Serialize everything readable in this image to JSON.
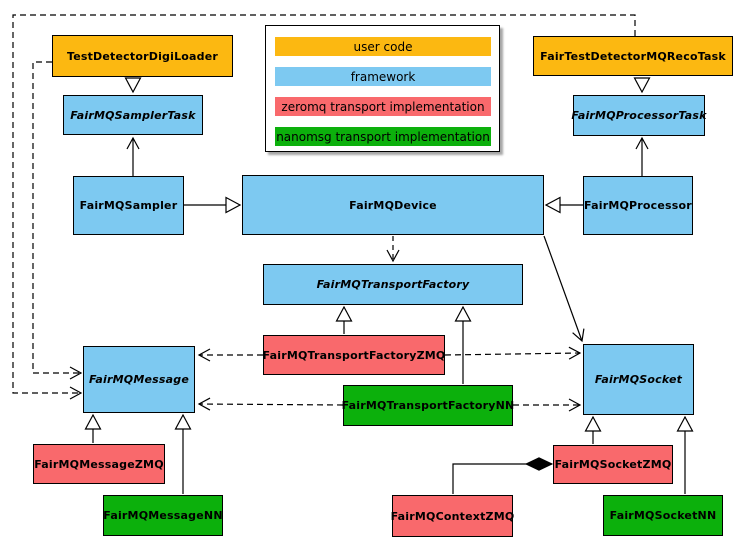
{
  "legend": {
    "items": [
      {
        "label": "user code",
        "color": "#FCB811"
      },
      {
        "label": "framework",
        "color": "#7DC9F1"
      },
      {
        "label": "zeromq transport implementation",
        "color": "#F9696C"
      },
      {
        "label": "nanomsg transport implementation",
        "color": "#0CB00C"
      }
    ]
  },
  "nodes": {
    "testDetectorDigiLoader": {
      "label": "TestDetectorDigiLoader"
    },
    "fairTestDetectorMQRecoTask": {
      "label": "FairTestDetectorMQRecoTask"
    },
    "fairMQSamplerTask": {
      "label": "FairMQSamplerTask"
    },
    "fairMQProcessorTask": {
      "label": "FairMQProcessorTask"
    },
    "fairMQSampler": {
      "label": "FairMQSampler"
    },
    "fairMQDevice": {
      "label": "FairMQDevice"
    },
    "fairMQProcessor": {
      "label": "FairMQProcessor"
    },
    "fairMQTransportFactory": {
      "label": "FairMQTransportFactory"
    },
    "fairMQTransportFactoryZMQ": {
      "label": "FairMQTransportFactoryZMQ"
    },
    "fairMQTransportFactoryNN": {
      "label": "FairMQTransportFactoryNN"
    },
    "fairMQMessage": {
      "label": "FairMQMessage"
    },
    "fairMQSocket": {
      "label": "FairMQSocket"
    },
    "fairMQMessageZMQ": {
      "label": "FairMQMessageZMQ"
    },
    "fairMQMessageNN": {
      "label": "FairMQMessageNN"
    },
    "fairMQContextZMQ": {
      "label": "FairMQContextZMQ"
    },
    "fairMQSocketZMQ": {
      "label": "FairMQSocketZMQ"
    },
    "fairMQSocketNN": {
      "label": "FairMQSocketNN"
    }
  },
  "palette": {
    "user_code": "#FCB811",
    "framework": "#7DC9F1",
    "zeromq": "#F9696C",
    "nanomsg": "#0CB00C",
    "line": "#000000",
    "background": "#FFFFFF"
  }
}
